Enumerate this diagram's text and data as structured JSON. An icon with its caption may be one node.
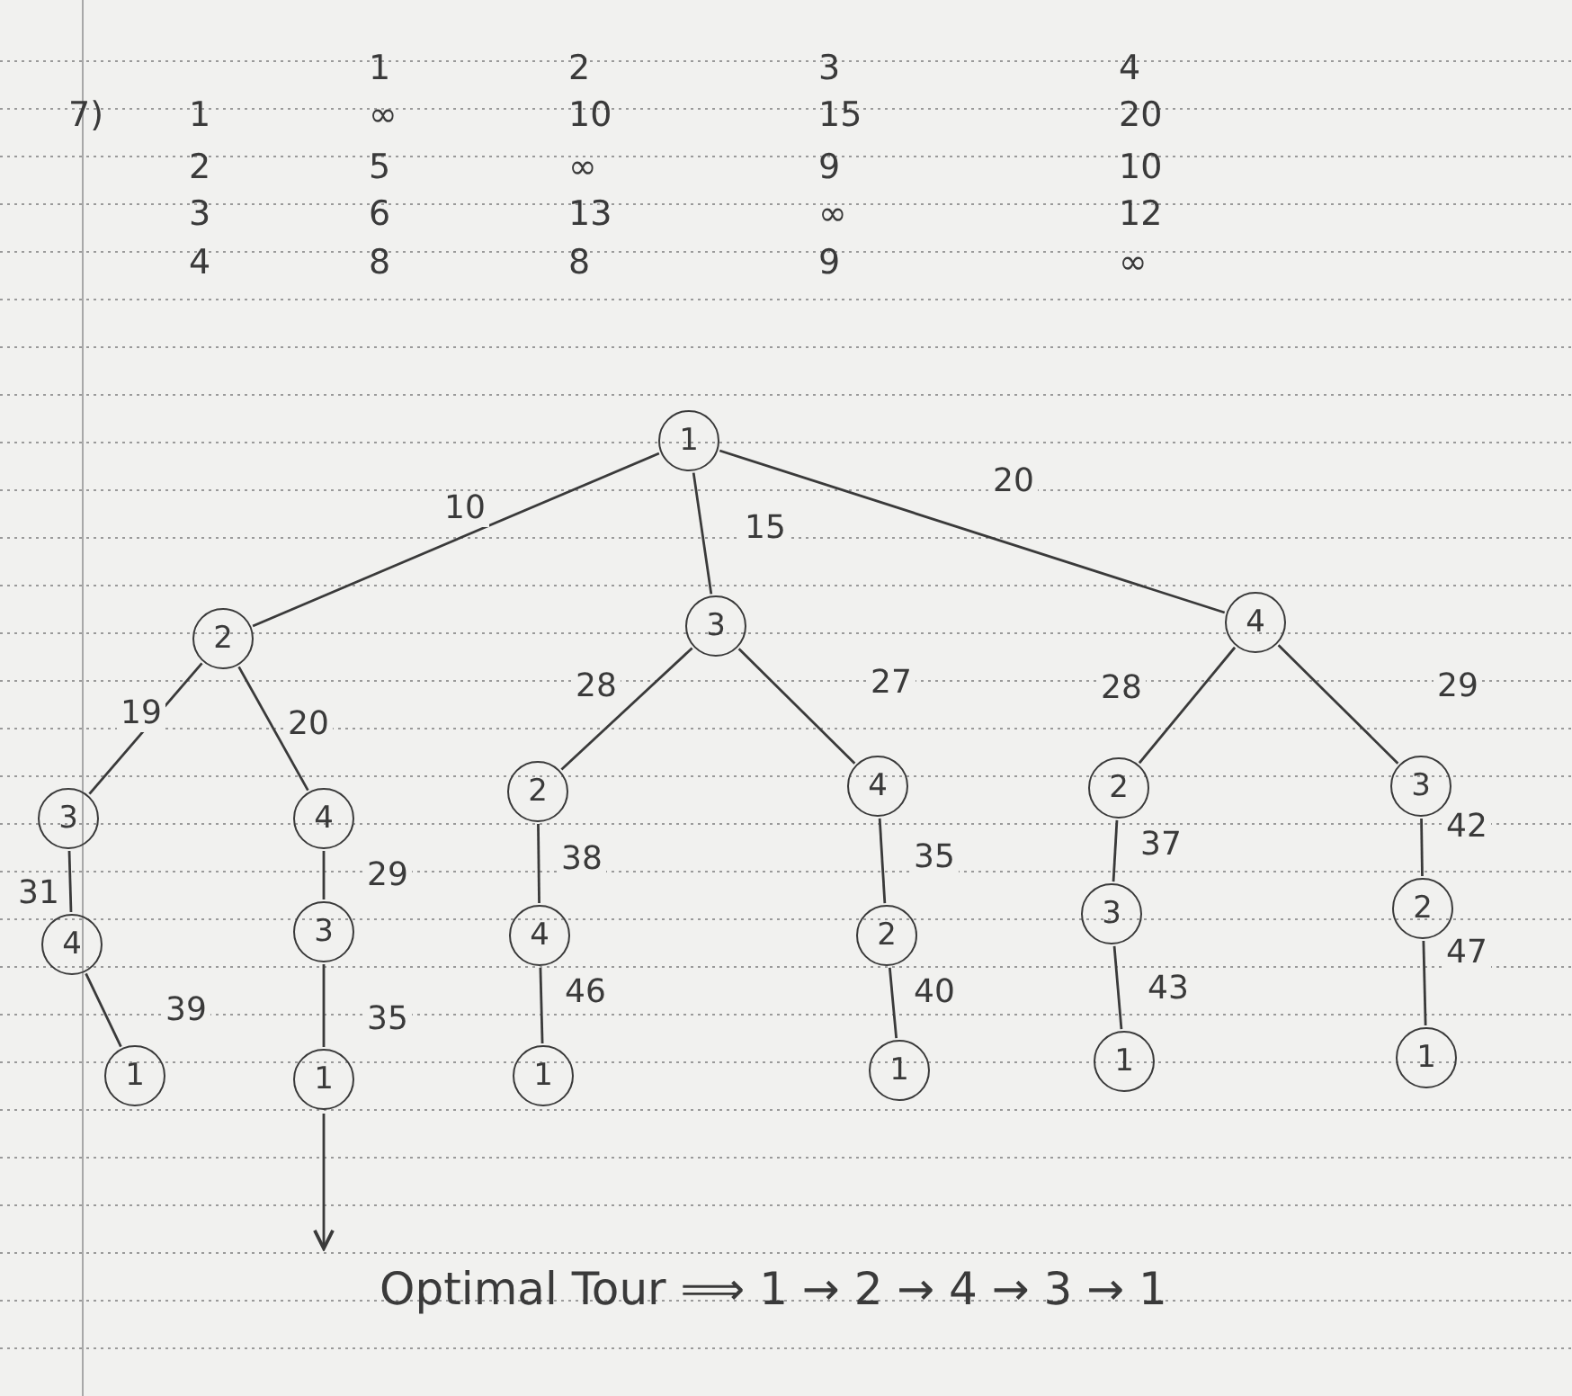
{
  "diagram": {
    "nodes": [
      {
        "text": [
          "1"
        ]
      },
      {
        "text": [
          "2"
        ]
      },
      {
        "text": [
          "3"
        ]
      },
      {
        "text": [
          "4"
        ]
      },
      {
        "text": [
          "3"
        ]
      },
      {
        "text": [
          "4"
        ]
      },
      {
        "text": [
          "4"
        ]
      },
      {
        "text": [
          "1"
        ]
      },
      {
        "text": [
          "3"
        ]
      },
      {
        "text": [
          "1"
        ]
      },
      {
        "text": [
          "2"
        ]
      },
      {
        "text": [
          "4"
        ]
      },
      {
        "text": [
          "1"
        ]
      },
      {
        "text": [
          "4"
        ]
      },
      {
        "text": [
          "2"
        ]
      },
      {
        "text": [
          "1"
        ]
      },
      {
        "text": [
          "2"
        ]
      },
      {
        "text": [
          "3"
        ]
      },
      {
        "text": [
          "1"
        ]
      },
      {
        "text": [
          "3"
        ]
      },
      {
        "text": [
          "2"
        ]
      },
      {
        "text": [
          "1"
        ]
      },
      {
        "text": [
          "Optimal Tour ⟹ 1 → 2 → 4 → 3 → 1"
        ]
      }
    ],
    "edges": [
      {
        "from": 0,
        "to": 1,
        "arrow": "none",
        "label": "10"
      },
      {
        "from": 0,
        "to": 2,
        "arrow": "none",
        "label": "15"
      },
      {
        "from": 0,
        "to": 3,
        "arrow": "none",
        "label": "20"
      },
      {
        "from": 1,
        "to": 4,
        "arrow": "none",
        "label": "19"
      },
      {
        "from": 1,
        "to": 5,
        "arrow": "none",
        "label": "20"
      },
      {
        "from": 4,
        "to": 6,
        "arrow": "none",
        "label": "31"
      },
      {
        "from": 6,
        "to": 7,
        "arrow": "none",
        "label": "39"
      },
      {
        "from": 5,
        "to": 8,
        "arrow": "none",
        "label": "29"
      },
      {
        "from": 8,
        "to": 9,
        "arrow": "none",
        "label": "35"
      },
      {
        "from": 2,
        "to": 10,
        "arrow": "none",
        "label": "28"
      },
      {
        "from": 2,
        "to": 13,
        "arrow": "none",
        "label": "27"
      },
      {
        "from": 10,
        "to": 11,
        "arrow": "none",
        "label": "38"
      },
      {
        "from": 11,
        "to": 12,
        "arrow": "none",
        "label": "46"
      },
      {
        "from": 13,
        "to": 14,
        "arrow": "none",
        "label": "35"
      },
      {
        "from": 14,
        "to": 15,
        "arrow": "none",
        "label": "40"
      },
      {
        "from": 3,
        "to": 16,
        "arrow": "none",
        "label": "28"
      },
      {
        "from": 3,
        "to": 19,
        "arrow": "none",
        "label": "29"
      },
      {
        "from": 16,
        "to": 17,
        "arrow": "none",
        "label": "37"
      },
      {
        "from": 17,
        "to": 18,
        "arrow": "none",
        "label": "43"
      },
      {
        "from": 19,
        "to": 20,
        "arrow": "none",
        "label": "42"
      },
      {
        "from": 20,
        "to": 21,
        "arrow": "none",
        "label": "47"
      },
      {
        "from": 9,
        "to": 22,
        "arrow": "to"
      }
    ],
    "labels": [
      "7)",
      "1",
      "2",
      "3",
      "4",
      "1",
      "∞",
      "10",
      "15",
      "20",
      "2",
      "5",
      "∞",
      "9",
      "10",
      "3",
      "6",
      "13",
      "∞",
      "12",
      "4",
      "8",
      "8",
      "9",
      "∞"
    ]
  }
}
